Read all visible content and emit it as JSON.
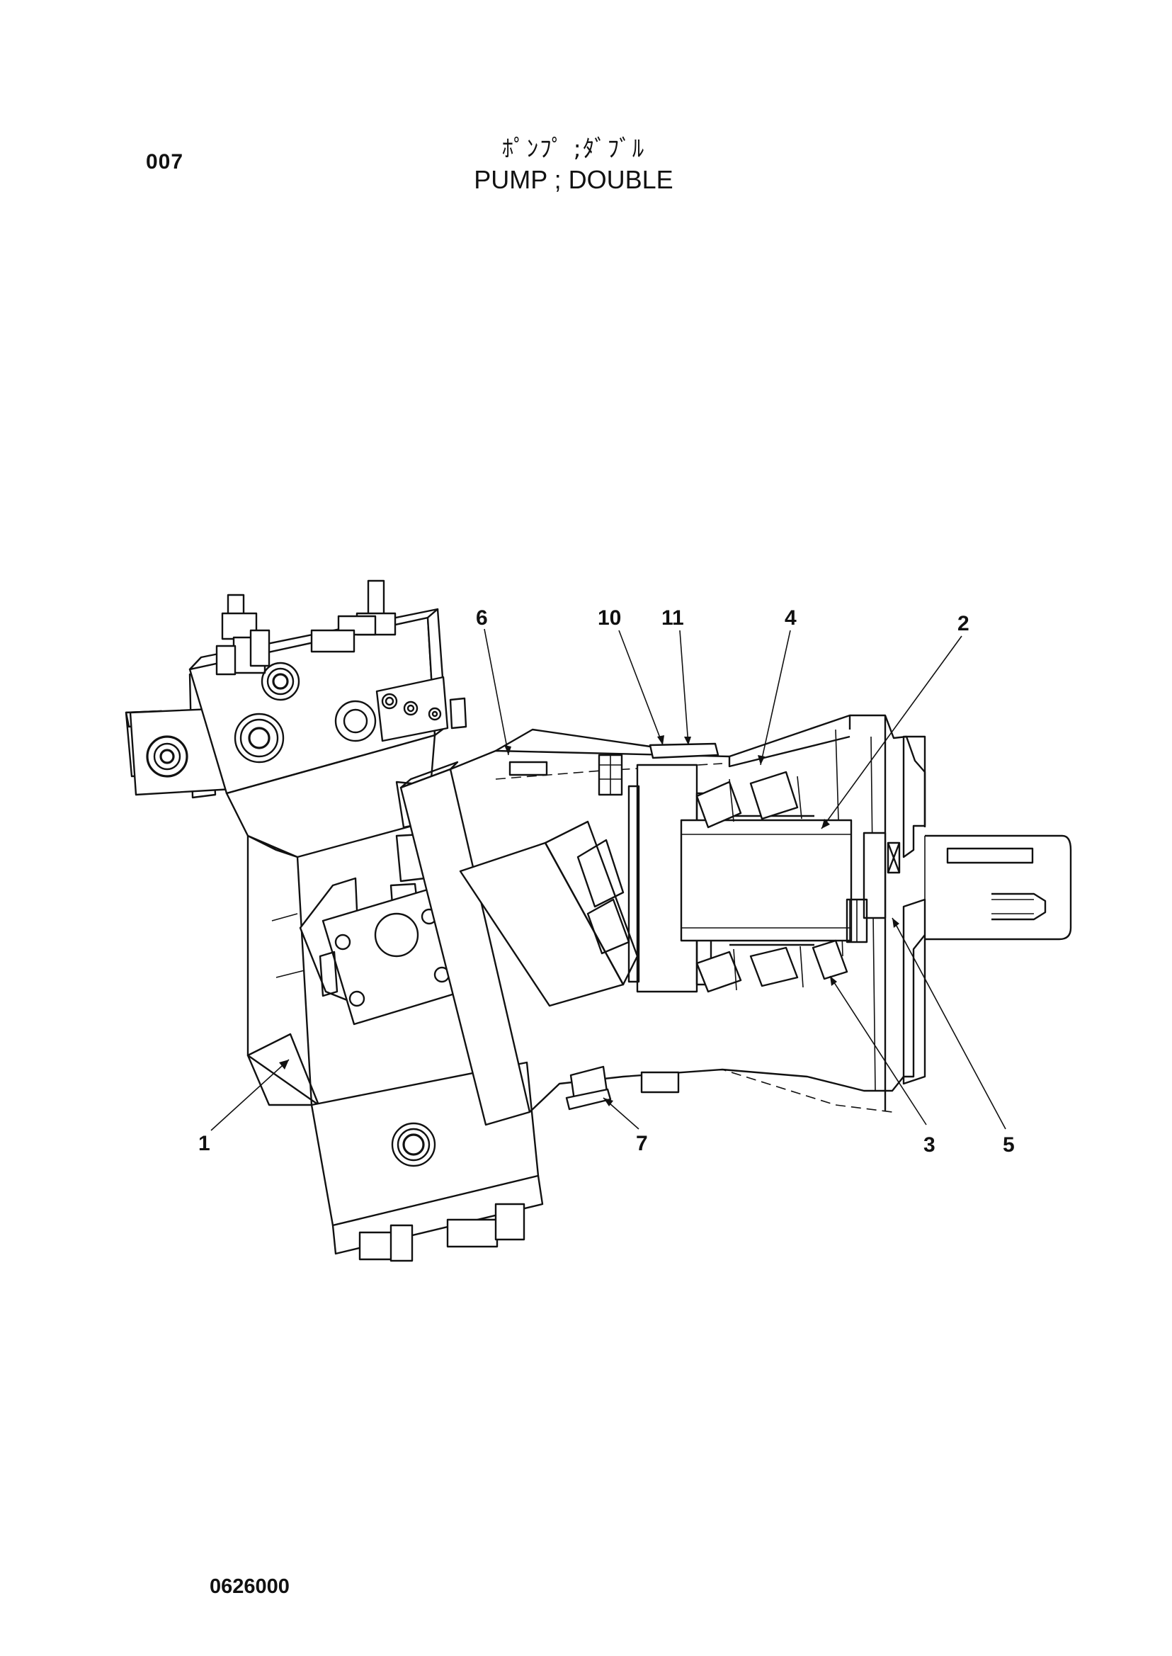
{
  "header": {
    "page_number": "007",
    "title_jp": "ﾎﾟﾝﾌﾟ ;ﾀﾞﾌﾞﾙ",
    "title_en": "PUMP ; DOUBLE"
  },
  "diagram": {
    "callouts": [
      "1",
      "2",
      "3",
      "4",
      "5",
      "6",
      "7",
      "10",
      "11"
    ]
  },
  "footer": {
    "drawing_number": "0626000"
  }
}
